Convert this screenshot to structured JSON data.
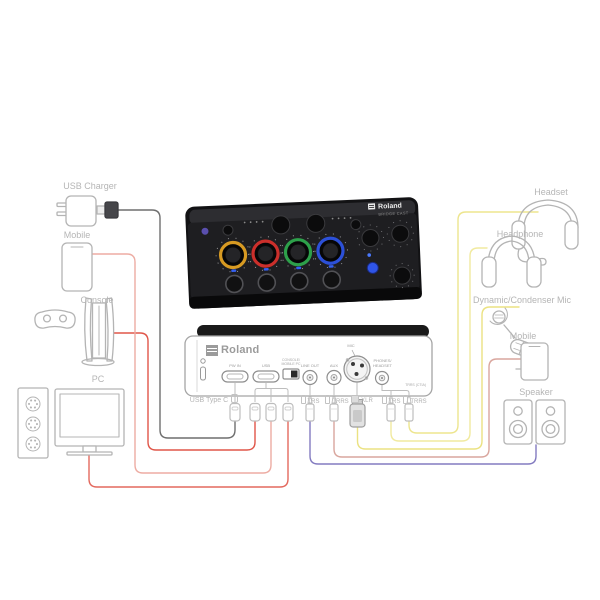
{
  "front_device": {
    "brand": "Roland",
    "model": "BRIDGE CAST"
  },
  "rear_device": {
    "brand": "Roland",
    "port_labels": {
      "pw_in": "PW IN",
      "usb": "USB",
      "switch_line1": "CONSOLE/",
      "switch_line2": "MOBILE  PC",
      "line_out": "LINE OUT",
      "aux": "AUX",
      "mic": "MIC",
      "phones_line1": "PHONES/",
      "phones_line2": "HEADSET",
      "phones_note": "TRRS (CTIA)"
    }
  },
  "connector_labels": {
    "usb_type_c": "USB Type C",
    "trs_line": "TRS",
    "trrs_aux": "TRRS",
    "xlr": "XLR",
    "trs_phones": "TRS",
    "trrs_phones": "TRRS"
  },
  "left_devices": {
    "usb_charger": "USB Charger",
    "mobile": "Mobile",
    "console": "Console",
    "pc": "PC"
  },
  "right_devices": {
    "headset": "Headset",
    "headphone": "Headphone",
    "mic": "Dynamic/Condenser Mic",
    "mobile": "Mobile",
    "speaker": "Speaker"
  },
  "cable_colors": {
    "usb_power": "#6f6f6f",
    "console": "#e05649",
    "mobile_left": "#edaca3",
    "pc": "#e3695e",
    "speaker": "#837bc0",
    "mobile_right": "#d9a69e",
    "mic_xlr": "#ebe282",
    "phones_trs": "#f1ea9f",
    "phones_trrs": "#ede58e"
  },
  "knob_colors": {
    "ch1": "#d79a22",
    "ch2": "#cb2f2b",
    "ch3": "#2da04a",
    "ch4": "#2c50d8"
  }
}
